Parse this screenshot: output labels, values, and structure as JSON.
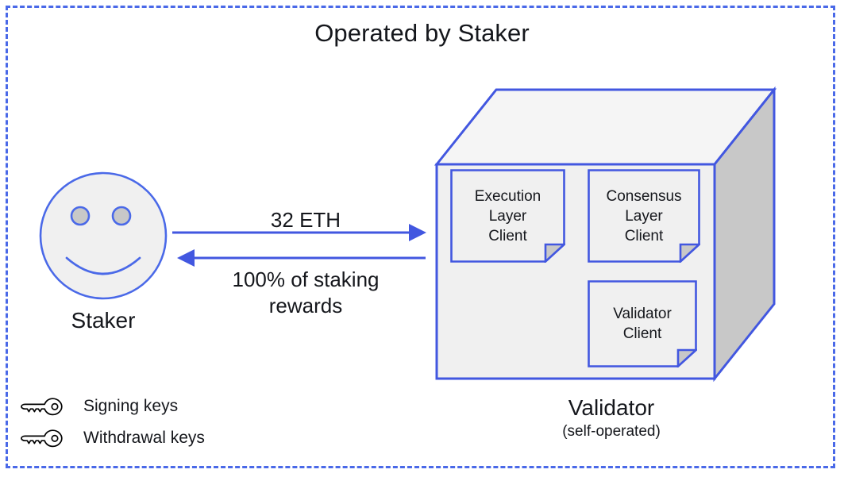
{
  "diagram": {
    "title": "Operated by Staker",
    "border_color": "#4a69e8",
    "accent_color": "#4a69e8",
    "text_color": "#15171c"
  },
  "staker": {
    "label": "Staker",
    "face_icon": "smiley-face-icon",
    "face_fill": "#f0f0f0",
    "eye_fill": "#c8c8c8"
  },
  "flows": {
    "deposit": {
      "label": "32 ETH",
      "direction": "right",
      "arrow_icon": "arrow-right-icon"
    },
    "rewards": {
      "label_line1": "100% of staking",
      "label_line2": "rewards",
      "direction": "left",
      "arrow_icon": "arrow-left-icon"
    }
  },
  "validator": {
    "caption": "Validator",
    "sub_caption": "(self-operated)",
    "cube_icon": "3d-box-icon",
    "front_fill": "#f0f0f0",
    "top_fill": "#f5f5f5",
    "side_fill": "#c8c8c8",
    "notes": [
      {
        "id": "execution-layer-client",
        "lines": [
          "Execution",
          "Layer",
          "Client"
        ],
        "icon": "note-card-icon"
      },
      {
        "id": "consensus-layer-client",
        "lines": [
          "Consensus",
          "Layer",
          "Client"
        ],
        "icon": "note-card-icon"
      },
      {
        "id": "validator-client",
        "lines": [
          "Validator",
          "Client"
        ],
        "icon": "note-card-icon"
      }
    ]
  },
  "legend": {
    "items": [
      {
        "label": "Signing keys",
        "icon": "key-icon"
      },
      {
        "label": "Withdrawal keys",
        "icon": "key-icon"
      }
    ]
  }
}
